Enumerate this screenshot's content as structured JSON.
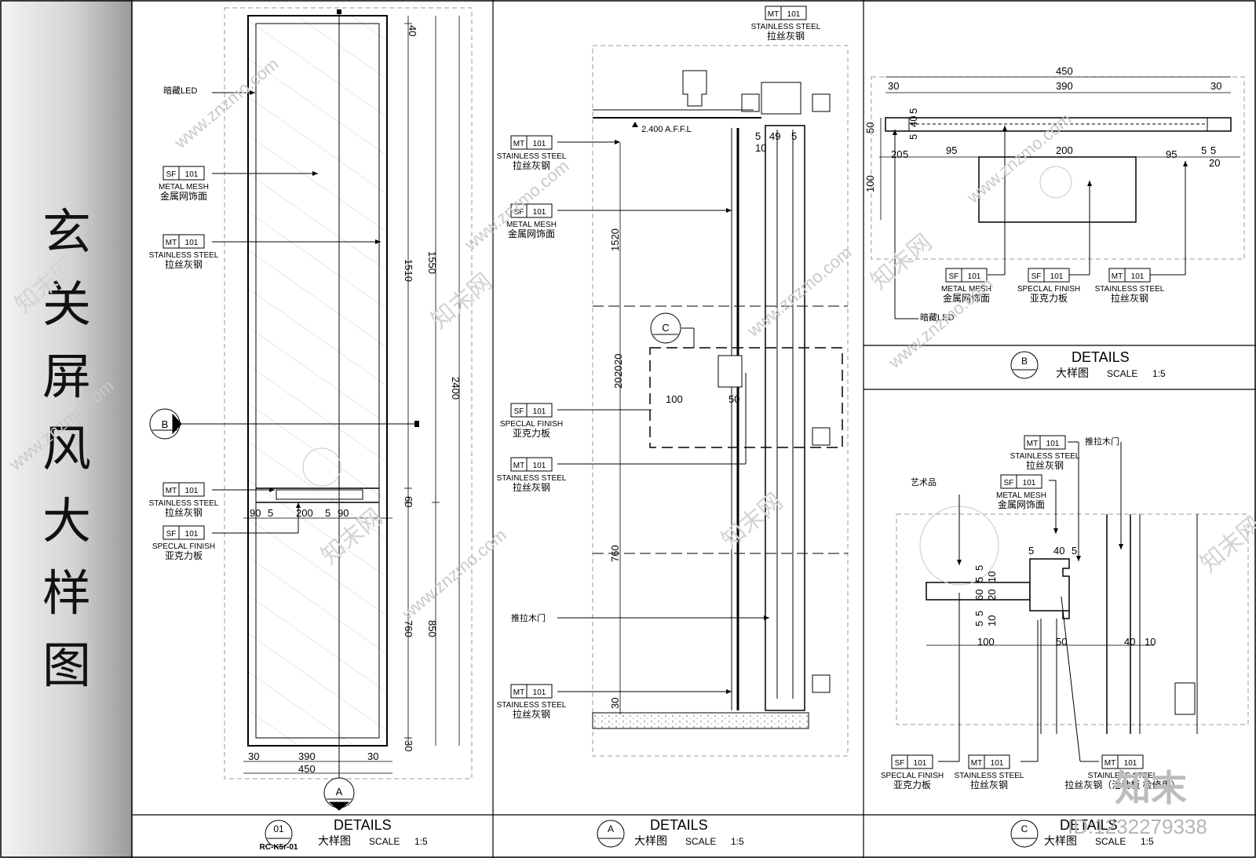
{
  "sheet_title": [
    "玄",
    "关",
    "屏",
    "风",
    "大",
    "样",
    "图"
  ],
  "panels": {
    "p01": {
      "number": "01",
      "heading": "DETAILS",
      "ref": "RC-K5r-01",
      "cn": "大样图",
      "scale_label": "SCALE",
      "scale": "1:5",
      "labels": [
        {
          "text": "暗藏LED"
        },
        {
          "code": "SF",
          "num": "101",
          "en": "METAL MESH",
          "cn": "金属网饰面"
        },
        {
          "code": "MT",
          "num": "101",
          "en": "STAINLESS STEEL",
          "cn": "拉丝灰钢"
        },
        {
          "code": "MT",
          "num": "101",
          "en": "STAINLESS STEEL",
          "cn": "拉丝灰钢"
        },
        {
          "code": "SF",
          "num": "101",
          "en": "SPECLAL FINISH",
          "cn": "亚克力板"
        }
      ],
      "dims": [
        "40",
        "1510",
        "1550",
        "2400",
        "60",
        "760",
        "850",
        "30",
        "90",
        "5",
        "200",
        "5",
        "90",
        "30",
        "390",
        "30",
        "450"
      ],
      "markers": {
        "section_b": "B",
        "section_a": "A"
      }
    },
    "pA": {
      "number": "A",
      "heading": "DETAILS",
      "cn": "大样图",
      "scale_label": "SCALE",
      "scale": "1:5",
      "labels": [
        {
          "code": "MT",
          "num": "101",
          "en": "STAINLESS STEEL",
          "cn": "拉丝灰钢"
        },
        {
          "code": "MT",
          "num": "101",
          "en": "STAINLESS STEEL",
          "cn": "拉丝灰钢"
        },
        {
          "code": "SF",
          "num": "101",
          "en": "METAL MESH",
          "cn": "金属网饰面"
        },
        {
          "code": "SF",
          "num": "101",
          "en": "SPECLAL FINISH",
          "cn": "亚克力板"
        },
        {
          "code": "MT",
          "num": "101",
          "en": "STAINLESS STEEL",
          "cn": "拉丝灰钢"
        },
        {
          "text": "推拉木门"
        },
        {
          "code": "MT",
          "num": "101",
          "en": "STAINLESS STEEL",
          "cn": "拉丝灰钢"
        }
      ],
      "level": "2.400 A.F.F.L",
      "dims": [
        "5",
        "49",
        "5",
        "10",
        "1520",
        "20",
        "20",
        "20",
        "100",
        "50",
        "760",
        "30"
      ],
      "markers": {
        "detail_c": "C"
      }
    },
    "pB": {
      "number": "B",
      "heading": "DETAILS",
      "cn": "大样图",
      "scale_label": "SCALE",
      "scale": "1:5",
      "labels": [
        {
          "code": "SF",
          "num": "101",
          "en": "METAL MESH",
          "cn": "金属网饰面"
        },
        {
          "code": "SF",
          "num": "101",
          "en": "SPECLAL FINISH",
          "cn": "亚克力板"
        },
        {
          "code": "MT",
          "num": "101",
          "en": "STAINLESS STEEL",
          "cn": "拉丝灰钢"
        },
        {
          "text": "暗藏LED"
        }
      ],
      "dims": [
        "450",
        "30",
        "390",
        "30",
        "50",
        "5",
        "40",
        "5",
        "20",
        "5",
        "95",
        "200",
        "95",
        "5",
        "5",
        "20",
        "100"
      ]
    },
    "pC": {
      "number": "C",
      "heading": "DETAILS",
      "cn": "大样图",
      "scale_label": "SCALE",
      "scale": "1:5",
      "labels": [
        {
          "code": "MT",
          "num": "101",
          "en": "STAINLESS STEEL",
          "cn": "拉丝灰钢"
        },
        {
          "code": "SF",
          "num": "101",
          "en": "METAL MESH",
          "cn": "金属网饰面"
        },
        {
          "text": "艺术品"
        },
        {
          "text": "推拉木门"
        },
        {
          "code": "SF",
          "num": "101",
          "en": "SPECLAL FINISH",
          "cn": "亚克力板"
        },
        {
          "code": "MT",
          "num": "101",
          "en": "STAINLESS STEEL",
          "cn": "拉丝灰钢"
        },
        {
          "code": "MT",
          "num": "101",
          "en": "STAINLESS STEEL",
          "cn": "拉丝灰钢（活动板 检修用）"
        }
      ],
      "dims": [
        "5",
        "40",
        "5",
        "5",
        "5",
        "10",
        "60",
        "20",
        "5",
        "5",
        "10",
        "100",
        "50",
        "40",
        "10"
      ]
    }
  },
  "watermark": "www.znzmo.com",
  "watermark_cn": "知末网",
  "logo_text": "知末",
  "image_id": "ID:1232279338"
}
